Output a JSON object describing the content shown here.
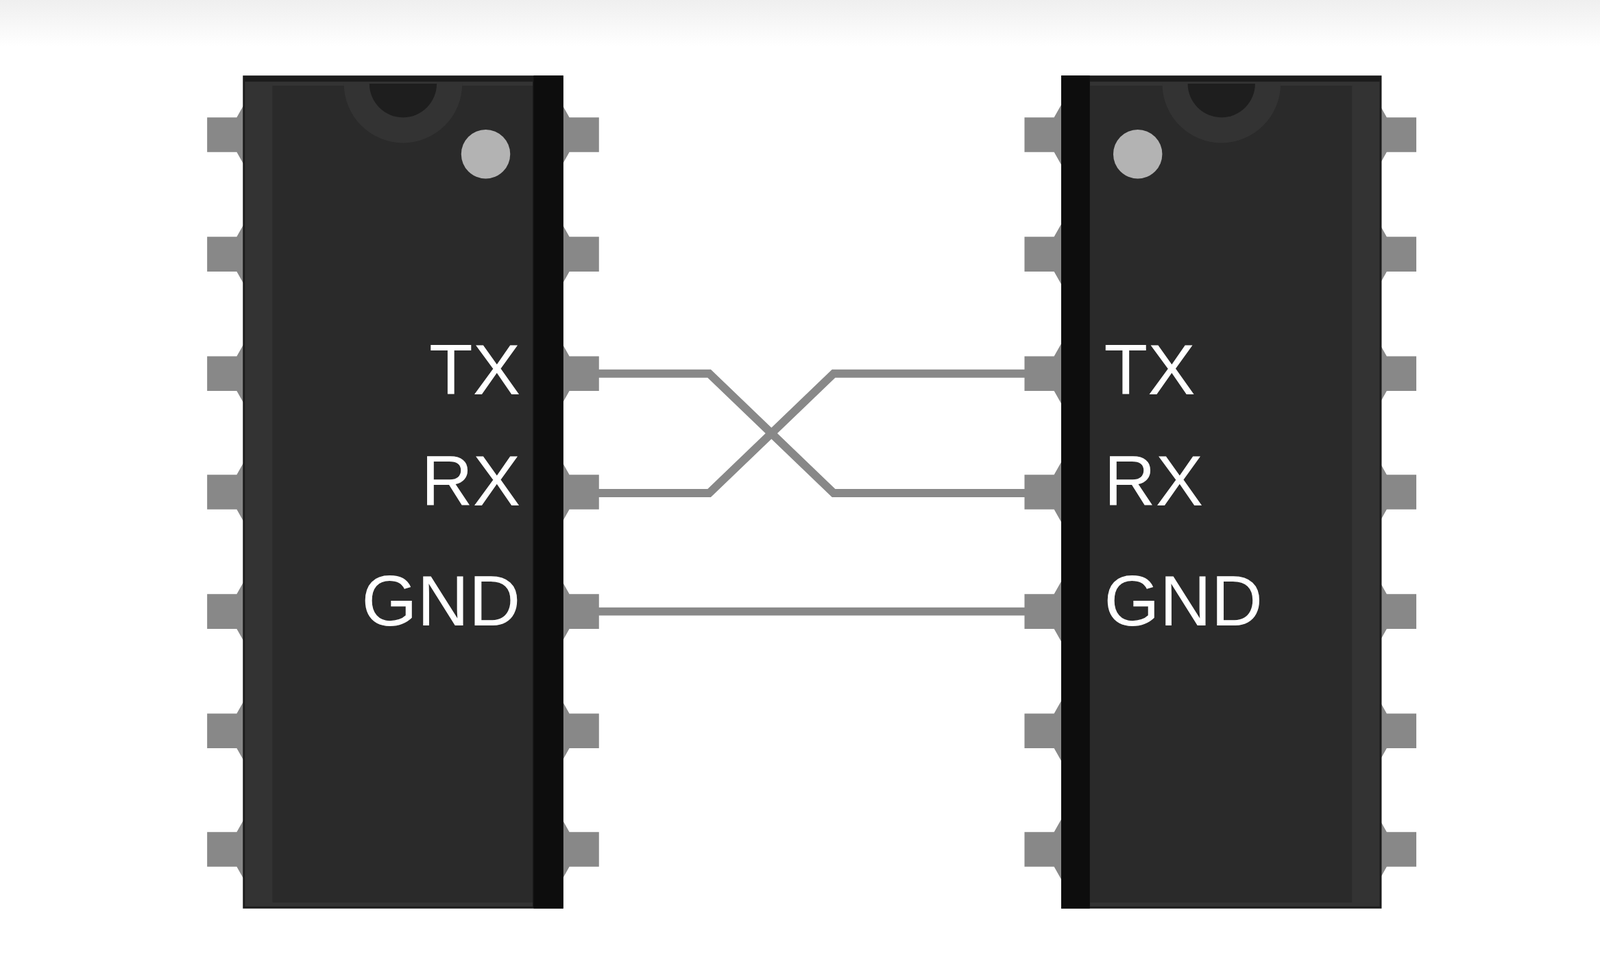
{
  "diagram": {
    "labels": [
      "TX",
      "RX",
      "GND",
      "TX",
      "RX",
      "GND"
    ]
  }
}
